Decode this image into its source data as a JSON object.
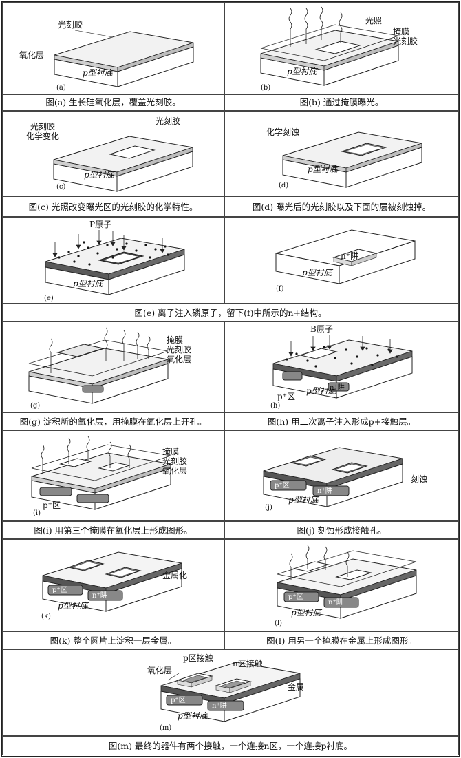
{
  "panels": [
    {
      "id": "a",
      "tag": "(a)",
      "caption": "图(a)  生长硅氧化层，覆盖光刻胶。",
      "labels": {
        "photoresist": "光刻胶",
        "oxide": "氧化层",
        "substrate": "p型衬底"
      }
    },
    {
      "id": "b",
      "tag": "(b)",
      "caption": "图(b)  通过掩膜曝光。",
      "labels": {
        "light": "光照",
        "mask": "掩膜",
        "photoresist": "光刻胶",
        "substrate": "p型衬底"
      }
    },
    {
      "id": "c",
      "tag": "(c)",
      "caption": "图(c)  光照改变曝光区的光刻胶的化学特性。",
      "labels": {
        "change": "光刻胶\n化学变化",
        "photoresist": "光刻胶",
        "substrate": "p型衬底"
      }
    },
    {
      "id": "d",
      "tag": "(d)",
      "caption": "图(d)  曝光后的光刻胶以及下面的层被刻蚀掉。",
      "labels": {
        "etch": "化学刻蚀",
        "substrate": "p型衬底"
      }
    },
    {
      "id": "e",
      "tag": "(e)",
      "caption": "图(e)  离子注入磷原子，留下(f)中所示的n+结构。",
      "labels": {
        "atoms": "P原子",
        "substrate": "p型衬底"
      }
    },
    {
      "id": "f",
      "tag": "(f)",
      "caption": "",
      "labels": {
        "well": "n⁺阱",
        "substrate": "p型衬底"
      }
    },
    {
      "id": "g",
      "tag": "(g)",
      "caption": "图(g)  淀积新的氧化层，用掩膜在氧化层上开孔。",
      "labels": {
        "mask": "掩膜",
        "photoresist": "光刻胶",
        "oxide": "氧化层"
      }
    },
    {
      "id": "h",
      "tag": "(h)",
      "caption": "图(h)  用二次离子注入形成p+接触层。",
      "labels": {
        "atoms": "B原子",
        "pregion": "p⁺区",
        "well": "n⁺阱",
        "substrate": "p型衬底"
      }
    },
    {
      "id": "i",
      "tag": "(i)",
      "caption": "图(i)  用第三个掩膜在氧化层上形成图形。",
      "labels": {
        "mask": "掩膜",
        "photoresist": "光刻胶",
        "oxide": "氧化层",
        "pregion": "p⁺区"
      }
    },
    {
      "id": "j",
      "tag": "(j)",
      "caption": "图(j)  刻蚀形成接触孔。",
      "labels": {
        "etch": "刻蚀",
        "pregion": "p⁺区",
        "well": "n⁺阱",
        "substrate": "p型衬底"
      }
    },
    {
      "id": "k",
      "tag": "(k)",
      "caption": "图(k)  整个圆片上淀积一层金属。",
      "labels": {
        "metal": "金属化",
        "pregion": "p⁺区",
        "well": "n⁺阱",
        "substrate": "p型衬底"
      }
    },
    {
      "id": "l",
      "tag": "(l)",
      "caption": "图(I)  用另一个掩膜在金属上形成图形。",
      "labels": {
        "pregion": "p⁺区",
        "well": "n⁺阱",
        "substrate": "p型衬底"
      }
    },
    {
      "id": "m",
      "tag": "(m)",
      "caption": "图(m)  最终的器件有两个接触，一个连接n区，一个连接p衬底。",
      "labels": {
        "pcontact": "p区接触",
        "ncontact": "n区接触",
        "oxide": "氧化层",
        "metal": "金属",
        "pregion": "p⁺区",
        "well": "n⁺阱",
        "substrate": "p型衬底"
      }
    }
  ],
  "caption_ef": "图(e)  离子注入磷原子，留下(f)中所示的n+结构。"
}
